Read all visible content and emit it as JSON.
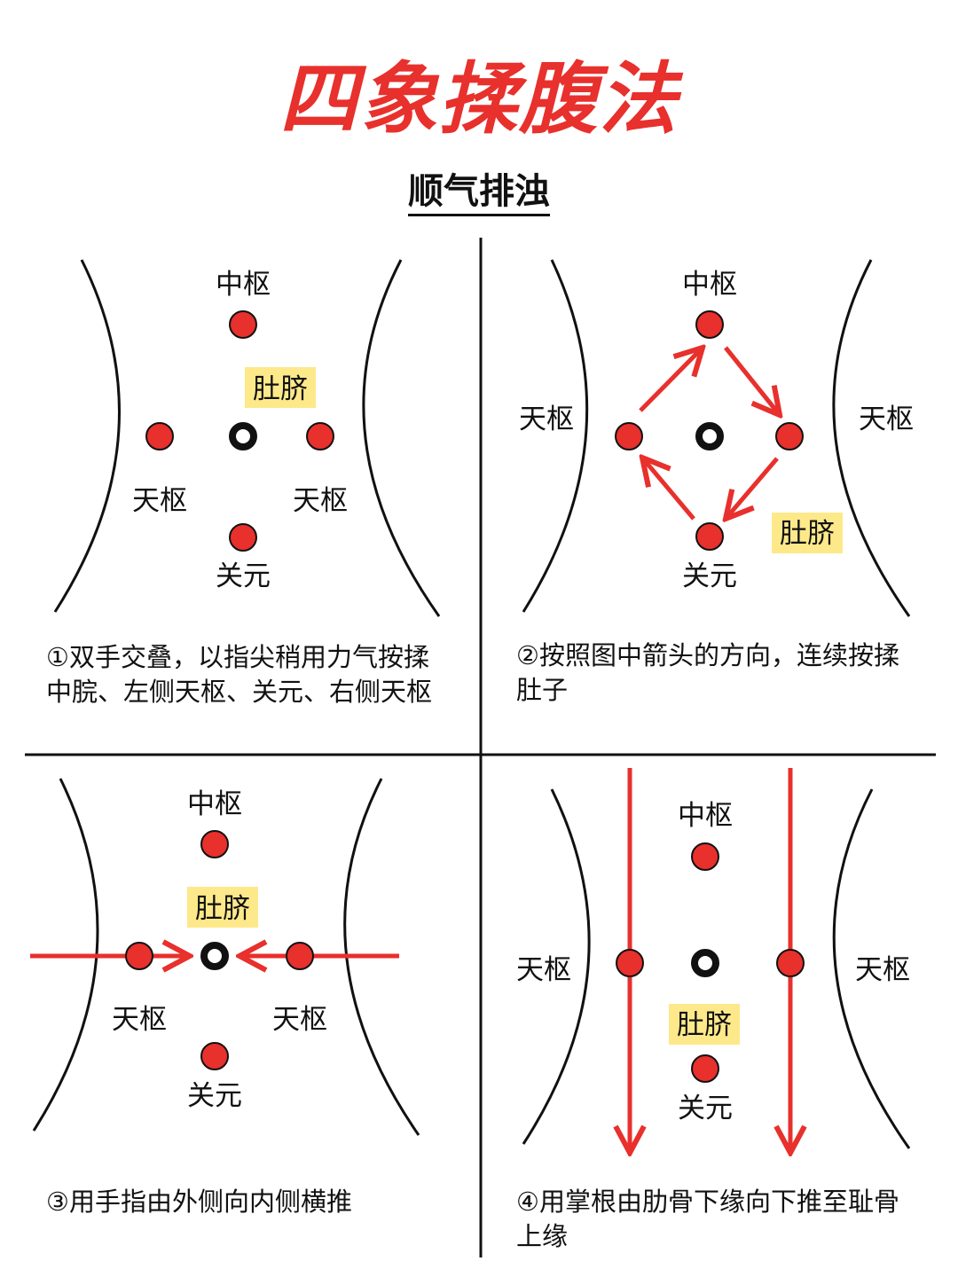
{
  "title": "四象揉腹法",
  "subtitle": "顺气排浊",
  "colors": {
    "accent": "#e8302c",
    "point": "#e8302c",
    "highlight": "#fde98a",
    "line": "#111111"
  },
  "labels": {
    "zhongshu": "中枢",
    "tianshu": "天枢",
    "guanyuan": "关元",
    "duqi": "肚脐"
  },
  "steps": [
    {
      "text": "①双手交叠，以指尖稍用力气按揉中脘、左侧天枢、关元、右侧天枢"
    },
    {
      "text": "②按照图中箭头的方向，连续按揉肚子"
    },
    {
      "text": "③用手指由外侧向内侧横推"
    },
    {
      "text": "④用掌根由肋骨下缘向下推至耻骨上缘"
    }
  ]
}
